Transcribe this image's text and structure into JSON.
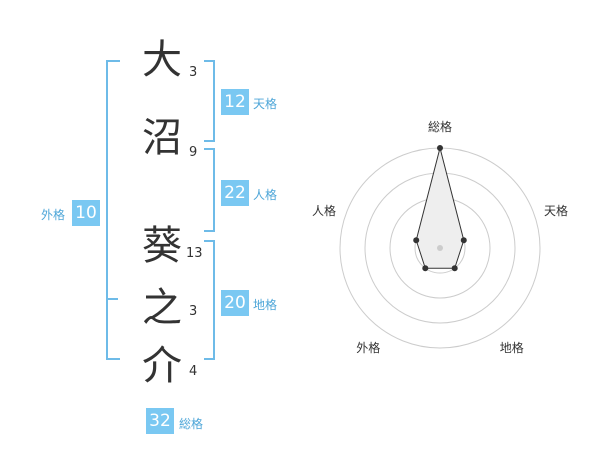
{
  "name": {
    "chars": [
      {
        "char": "大",
        "strokes": "3"
      },
      {
        "char": "沼",
        "strokes": "9"
      },
      {
        "char": "葵",
        "strokes": "13"
      },
      {
        "char": "之",
        "strokes": "3"
      },
      {
        "char": "介",
        "strokes": "4"
      }
    ]
  },
  "kaku": {
    "tenkaku": {
      "value": "12",
      "label": "天格"
    },
    "jinkaku": {
      "value": "22",
      "label": "人格"
    },
    "chikaku": {
      "value": "20",
      "label": "地格"
    },
    "gaikaku": {
      "value": "10",
      "label": "外格"
    },
    "soukaku": {
      "value": "32",
      "label": "総格"
    }
  },
  "radar": {
    "axes": [
      "総格",
      "天格",
      "地格",
      "外格",
      "人格"
    ],
    "levels": 4,
    "values": [
      4,
      1,
      1,
      1,
      1
    ],
    "max": 4,
    "colors": {
      "ring": "#cccccc",
      "fill": "#eeeeee",
      "line": "#333333",
      "point": "#333333",
      "center": "#cccccc"
    }
  }
}
